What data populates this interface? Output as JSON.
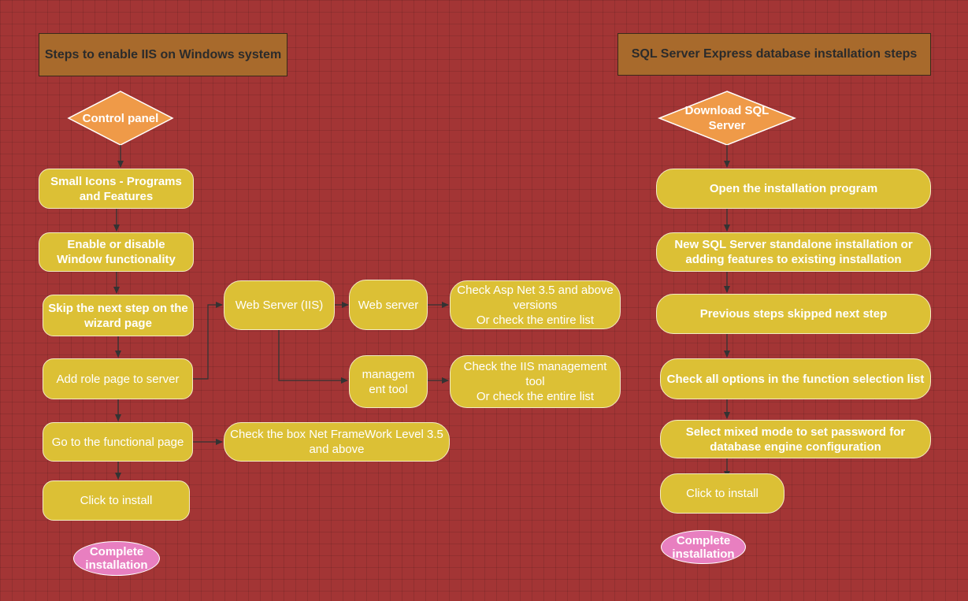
{
  "left": {
    "title": "Steps to enable IIS on Windows system",
    "start": "Control panel",
    "steps": {
      "small_icons": "Small Icons - Programs and Features",
      "enable_disable": "Enable or disable Window functionality",
      "skip_next": "Skip the next step on the wizard page",
      "add_role": "Add role page to server",
      "functional_page": "Go to the functional page",
      "click_install": "Click to install"
    },
    "branches": {
      "web_server_iis": "Web Server (IIS)",
      "web_server": "Web server",
      "management_tool": "managem ent tool",
      "check_asp": "Check Asp Net 3.5 and above versions\nOr check the entire list",
      "check_iis_mgmt": "Check the IIS management tool\nOr check the entire list",
      "check_netfw": "Check the box Net FrameWork Level 3.5 and above"
    },
    "end": "Complete installation"
  },
  "right": {
    "title": "SQL Server Express database installation steps",
    "start": "Download SQL Server",
    "steps": {
      "open_program": "Open the installation program",
      "new_standalone": "New SQL Server standalone installation or adding features to existing installation",
      "prev_skipped": "Previous steps skipped next step",
      "check_options": "Check all options in the function selection list",
      "mixed_mode": "Select mixed mode to set password for database engine configuration",
      "click_install": "Click to install"
    },
    "end": "Complete installation"
  },
  "colors": {
    "background": "#a33535",
    "title_fill": "#a86a2c",
    "step_fill": "#dcc035",
    "diamond_fill": "#ef9a48",
    "end_fill": "#e87fc0",
    "connector": "#333333"
  }
}
